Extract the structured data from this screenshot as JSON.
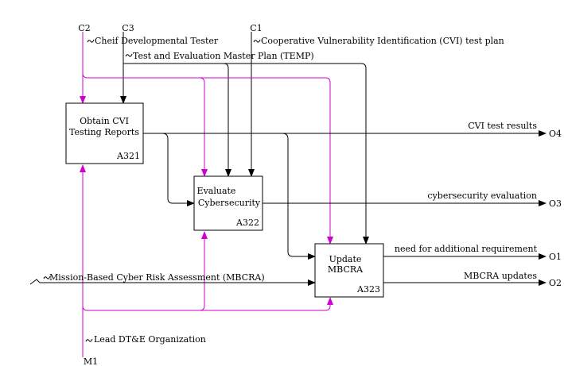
{
  "activities": {
    "a321": {
      "line1": "Obtain CVI",
      "line2": "Testing Reports",
      "id": "A321"
    },
    "a322": {
      "line1": "Evaluate",
      "line2": "Cybersecurity",
      "id": "A322"
    },
    "a323": {
      "line1": "Update",
      "line2": "MBCRA",
      "id": "A323"
    }
  },
  "controls": {
    "c1": {
      "code": "C1",
      "label": "Cooperative Vulnerability Identification (CVI) test plan"
    },
    "c2": {
      "code": "C2",
      "label": "Cheif Developmental Tester"
    },
    "c3": {
      "code": "C3",
      "label": "Test and Evaluation Master Plan (TEMP)"
    }
  },
  "inputs": {
    "i1": {
      "label": "Mission-Based Cyber Risk Assessment (MBCRA)"
    }
  },
  "mechanisms": {
    "m1": {
      "code": "M1",
      "label": "Lead DT&E Organization"
    }
  },
  "outputs": {
    "o4": {
      "code": "O4",
      "label": "CVI test results"
    },
    "o3": {
      "code": "O3",
      "label": "cybersecurity evaluation"
    },
    "o1": {
      "code": "O1",
      "label": "need for additional requirement"
    },
    "o2": {
      "code": "O2",
      "label": "MBCRA updates"
    }
  },
  "colors": {
    "arrow": "#000000",
    "mechanism_arrow": "#d000d0"
  }
}
